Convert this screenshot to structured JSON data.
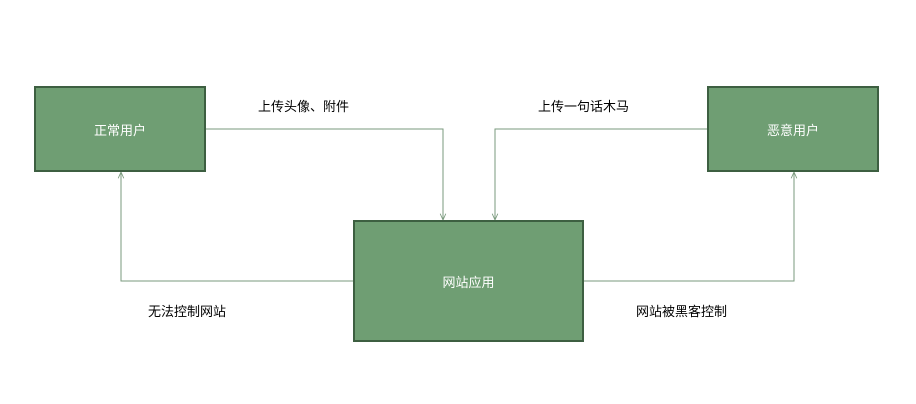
{
  "nodes": {
    "normal_user": "正常用户",
    "malicious_user": "恶意用户",
    "web_app": "网站应用"
  },
  "edges": {
    "upload_avatar": "上传头像、附件",
    "upload_trojan": "上传一句话木马",
    "cannot_control": "无法控制网站",
    "site_hacked": "网站被黑客控制"
  },
  "colors": {
    "node_fill": "#6f9e73",
    "node_border": "#3d5f41",
    "edge": "#7a9a7d"
  }
}
